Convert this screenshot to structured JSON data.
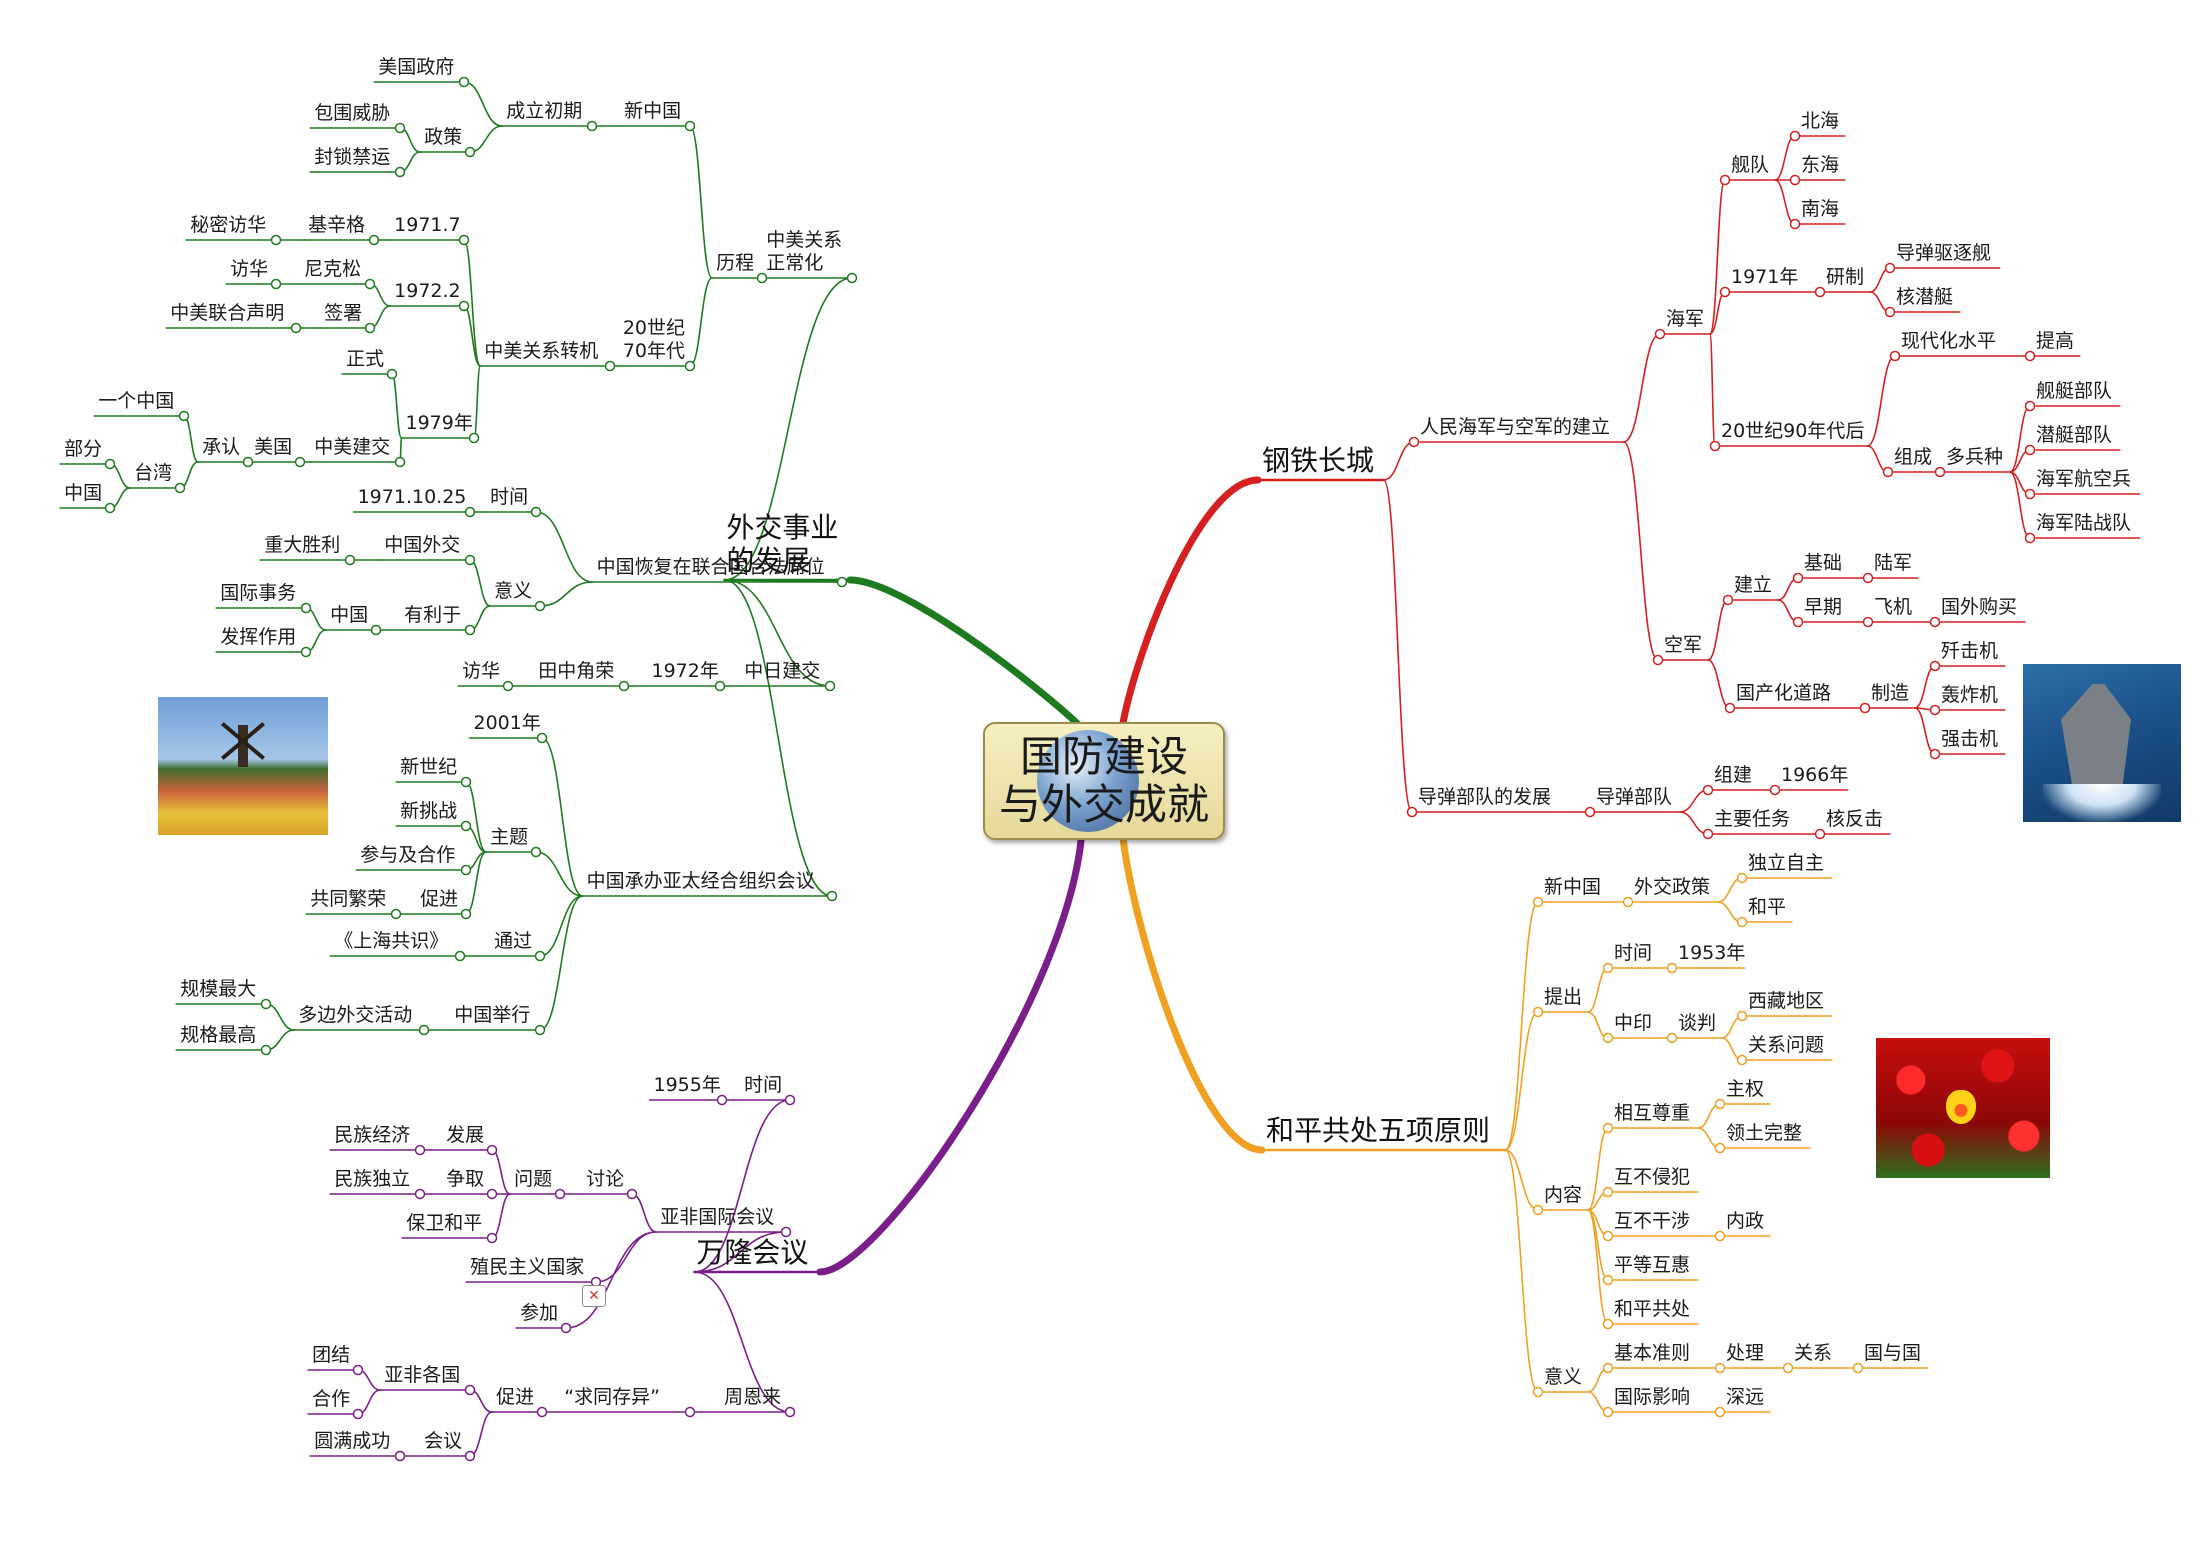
{
  "center": {
    "title": "国防建设\n与外交成就"
  },
  "branches": [
    {
      "id": "diplomacy",
      "label": "外交事业\n的发展",
      "color": "#1e7a1e",
      "nodes": [
        {
          "id": "sino-us",
          "label": "中美关系\n正常化"
        },
        {
          "id": "history",
          "label": "历程"
        },
        {
          "id": "new-china",
          "label": "新中国"
        },
        {
          "id": "founding",
          "label": "成立初期"
        },
        {
          "id": "us-gov",
          "label": "美国政府"
        },
        {
          "id": "policy",
          "label": "政策"
        },
        {
          "id": "encircle",
          "label": "包围威胁"
        },
        {
          "id": "embargo",
          "label": "封锁禁运"
        },
        {
          "id": "seventies",
          "label": "20世纪\n70年代"
        },
        {
          "id": "turning",
          "label": "中美关系转机"
        },
        {
          "id": "d1971-7",
          "label": "1971.7"
        },
        {
          "id": "kissinger",
          "label": "基辛格"
        },
        {
          "id": "secret-visit",
          "label": "秘密访华"
        },
        {
          "id": "d1972-2",
          "label": "1972.2"
        },
        {
          "id": "nixon",
          "label": "尼克松"
        },
        {
          "id": "visit1",
          "label": "访华"
        },
        {
          "id": "sign",
          "label": "签署"
        },
        {
          "id": "joint-statement",
          "label": "中美联合声明"
        },
        {
          "id": "d1979",
          "label": "1979年"
        },
        {
          "id": "formal",
          "label": "正式"
        },
        {
          "id": "establish-us",
          "label": "中美建交"
        },
        {
          "id": "usa",
          "label": "美国"
        },
        {
          "id": "recognize",
          "label": "承认"
        },
        {
          "id": "one-china",
          "label": "一个中国"
        },
        {
          "id": "taiwan",
          "label": "台湾"
        },
        {
          "id": "part",
          "label": "部分"
        },
        {
          "id": "china1",
          "label": "中国"
        },
        {
          "id": "un-seat",
          "label": "中国恢复在联合国合法席位"
        },
        {
          "id": "time1",
          "label": "时间"
        },
        {
          "id": "d1971-10-25",
          "label": "1971.10.25"
        },
        {
          "id": "meaning1",
          "label": "意义"
        },
        {
          "id": "china-diplomacy",
          "label": "中国外交"
        },
        {
          "id": "great-victory",
          "label": "重大胜利"
        },
        {
          "id": "beneficial",
          "label": "有利于"
        },
        {
          "id": "china2",
          "label": "中国"
        },
        {
          "id": "intl-affairs",
          "label": "国际事务"
        },
        {
          "id": "play-role",
          "label": "发挥作用"
        },
        {
          "id": "sino-japan",
          "label": "中日建交"
        },
        {
          "id": "d1972",
          "label": "1972年"
        },
        {
          "id": "tanaka",
          "label": "田中角荣"
        },
        {
          "id": "visit2",
          "label": "访华"
        },
        {
          "id": "apec",
          "label": "中国承办亚太经合组织会议"
        },
        {
          "id": "d2001",
          "label": "2001年"
        },
        {
          "id": "theme",
          "label": "主题"
        },
        {
          "id": "new-century",
          "label": "新世纪"
        },
        {
          "id": "new-challenge",
          "label": "新挑战"
        },
        {
          "id": "participate-coop",
          "label": "参与及合作"
        },
        {
          "id": "promote1",
          "label": "促进"
        },
        {
          "id": "common-prosperity",
          "label": "共同繁荣"
        },
        {
          "id": "adopt",
          "label": "通过"
        },
        {
          "id": "shanghai-consensus",
          "label": "《上海共识》"
        },
        {
          "id": "china-hold",
          "label": "中国举行"
        },
        {
          "id": "multilateral",
          "label": "多边外交活动"
        },
        {
          "id": "largest-scale",
          "label": "规模最大"
        },
        {
          "id": "highest-level",
          "label": "规格最高"
        }
      ]
    },
    {
      "id": "defense",
      "label": "钢铁长城",
      "color": "#d42020",
      "nodes": [
        {
          "id": "navy-air",
          "label": "人民海军与空军的建立"
        },
        {
          "id": "navy",
          "label": "海军"
        },
        {
          "id": "fleet",
          "label": "舰队"
        },
        {
          "id": "north-sea",
          "label": "北海"
        },
        {
          "id": "east-sea",
          "label": "东海"
        },
        {
          "id": "south-sea",
          "label": "南海"
        },
        {
          "id": "d1971n",
          "label": "1971年"
        },
        {
          "id": "develop1",
          "label": "研制"
        },
        {
          "id": "missile-destroyer",
          "label": "导弹驱逐舰"
        },
        {
          "id": "nuclear-sub",
          "label": "核潜艇"
        },
        {
          "id": "nineties",
          "label": "20世纪90年代后"
        },
        {
          "id": "modern-level",
          "label": "现代化水平"
        },
        {
          "id": "improve",
          "label": "提高"
        },
        {
          "id": "compose",
          "label": "组成"
        },
        {
          "id": "multi-arms",
          "label": "多兵种"
        },
        {
          "id": "ship-force",
          "label": "舰艇部队"
        },
        {
          "id": "sub-force",
          "label": "潜艇部队"
        },
        {
          "id": "naval-aviation",
          "label": "海军航空兵"
        },
        {
          "id": "marines",
          "label": "海军陆战队"
        },
        {
          "id": "airforce",
          "label": "空军"
        },
        {
          "id": "build",
          "label": "建立"
        },
        {
          "id": "basis",
          "label": "基础"
        },
        {
          "id": "army",
          "label": "陆军"
        },
        {
          "id": "early",
          "label": "早期"
        },
        {
          "id": "aircraft",
          "label": "飞机"
        },
        {
          "id": "import",
          "label": "国外购买"
        },
        {
          "id": "domestic-road",
          "label": "国产化道路"
        },
        {
          "id": "manufacture",
          "label": "制造"
        },
        {
          "id": "fighter",
          "label": "歼击机"
        },
        {
          "id": "bomber",
          "label": "轰炸机"
        },
        {
          "id": "attacker",
          "label": "强击机"
        },
        {
          "id": "missile-dev",
          "label": "导弹部队的发展"
        },
        {
          "id": "missile-force",
          "label": "导弹部队"
        },
        {
          "id": "form",
          "label": "组建"
        },
        {
          "id": "d1966",
          "label": "1966年"
        },
        {
          "id": "main-task",
          "label": "主要任务"
        },
        {
          "id": "nuclear-counter",
          "label": "核反击"
        }
      ]
    },
    {
      "id": "bandung",
      "label": "万隆会议",
      "color": "#7a1e8a",
      "nodes": [
        {
          "id": "time2",
          "label": "时间"
        },
        {
          "id": "d1955",
          "label": "1955年"
        },
        {
          "id": "afro-asian",
          "label": "亚非国际会议"
        },
        {
          "id": "discuss",
          "label": "讨论"
        },
        {
          "id": "issue",
          "label": "问题"
        },
        {
          "id": "develop2",
          "label": "发展"
        },
        {
          "id": "national-economy",
          "label": "民族经济"
        },
        {
          "id": "strive",
          "label": "争取"
        },
        {
          "id": "national-indep",
          "label": "民族独立"
        },
        {
          "id": "defend-peace",
          "label": "保卫和平"
        },
        {
          "id": "colonial",
          "label": "殖民主义国家"
        },
        {
          "id": "attend",
          "label": "参加"
        },
        {
          "id": "zhou",
          "label": "周恩来"
        },
        {
          "id": "seek-common",
          "label": "“求同存异”"
        },
        {
          "id": "promote2",
          "label": "促进"
        },
        {
          "id": "afro-asian-countries",
          "label": "亚非各国"
        },
        {
          "id": "unity",
          "label": "团结"
        },
        {
          "id": "cooperate",
          "label": "合作"
        },
        {
          "id": "conference",
          "label": "会议"
        },
        {
          "id": "success",
          "label": "圆满成功"
        }
      ]
    },
    {
      "id": "five-principles",
      "label": "和平共处五项原则",
      "color": "#f0a020",
      "nodes": [
        {
          "id": "new-china2",
          "label": "新中国"
        },
        {
          "id": "foreign-policy",
          "label": "外交政策"
        },
        {
          "id": "independent",
          "label": "独立自主"
        },
        {
          "id": "peace",
          "label": "和平"
        },
        {
          "id": "propose",
          "label": "提出"
        },
        {
          "id": "time3",
          "label": "时间"
        },
        {
          "id": "d1953",
          "label": "1953年"
        },
        {
          "id": "sino-india",
          "label": "中印"
        },
        {
          "id": "negotiate",
          "label": "谈判"
        },
        {
          "id": "tibet",
          "label": "西藏地区"
        },
        {
          "id": "relation-issue",
          "label": "关系问题"
        },
        {
          "id": "content",
          "label": "内容"
        },
        {
          "id": "mutual-respect",
          "label": "相互尊重"
        },
        {
          "id": "sovereignty",
          "label": "主权"
        },
        {
          "id": "territory",
          "label": "领土完整"
        },
        {
          "id": "non-aggression",
          "label": "互不侵犯"
        },
        {
          "id": "non-interference",
          "label": "互不干涉"
        },
        {
          "id": "internal",
          "label": "内政"
        },
        {
          "id": "equality",
          "label": "平等互惠"
        },
        {
          "id": "coexist",
          "label": "和平共处"
        },
        {
          "id": "meaning2",
          "label": "意义"
        },
        {
          "id": "basic-norm",
          "label": "基本准则"
        },
        {
          "id": "handle",
          "label": "处理"
        },
        {
          "id": "relations",
          "label": "关系"
        },
        {
          "id": "state",
          "label": "国与国"
        },
        {
          "id": "intl-influence",
          "label": "国际影响"
        },
        {
          "id": "profound",
          "label": "深远"
        }
      ]
    }
  ],
  "images": [
    {
      "id": "windmill",
      "name": "windmill-tulip-field-image"
    },
    {
      "id": "carrier",
      "name": "aircraft-carrier-image"
    },
    {
      "id": "tulips",
      "name": "red-tulips-image"
    }
  ]
}
